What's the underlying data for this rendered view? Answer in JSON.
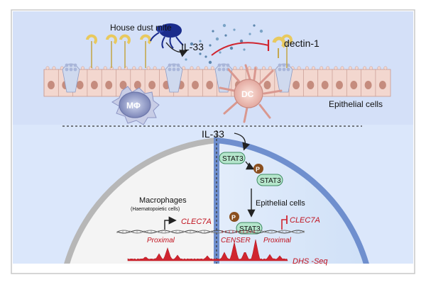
{
  "labels": {
    "house_dust_mite": "House dust mite",
    "il33_top": "IL-33",
    "dectin1": "dectin-1",
    "macrophage_cell": "MΦ",
    "dc_cell": "DC",
    "epithelial_cells_top": "Epithelial cells",
    "il33_lower": "IL-33",
    "stat3_a": "STAT3",
    "stat3_b": "STAT3",
    "stat3_c": "STAT3",
    "p_a": "P",
    "p_b": "P",
    "macrophages": "Macrophages",
    "haematopoietic": "(Haematopoietic cells)",
    "epithelial_cells_lower": "Epithelial cells",
    "clec7a_left": "CLEC7A",
    "clec7a_right": "CLEC7A",
    "proximal_left": "Proximal",
    "censer": "CENSER",
    "proximal_right": "Proximal",
    "dhs_seq": "DHS -Seq"
  },
  "colors": {
    "top_bg": "#d4e0f8",
    "bottom_bg": "#dbe7fb",
    "epithelium": "#f3d7cf",
    "nucleus": "#c58c7e",
    "stat3": "#b5e6cc",
    "phospho": "#8a4f1f",
    "signal_red": "#d0252f",
    "mite": "#1a2c8c",
    "receptor": "#e8c95e"
  }
}
